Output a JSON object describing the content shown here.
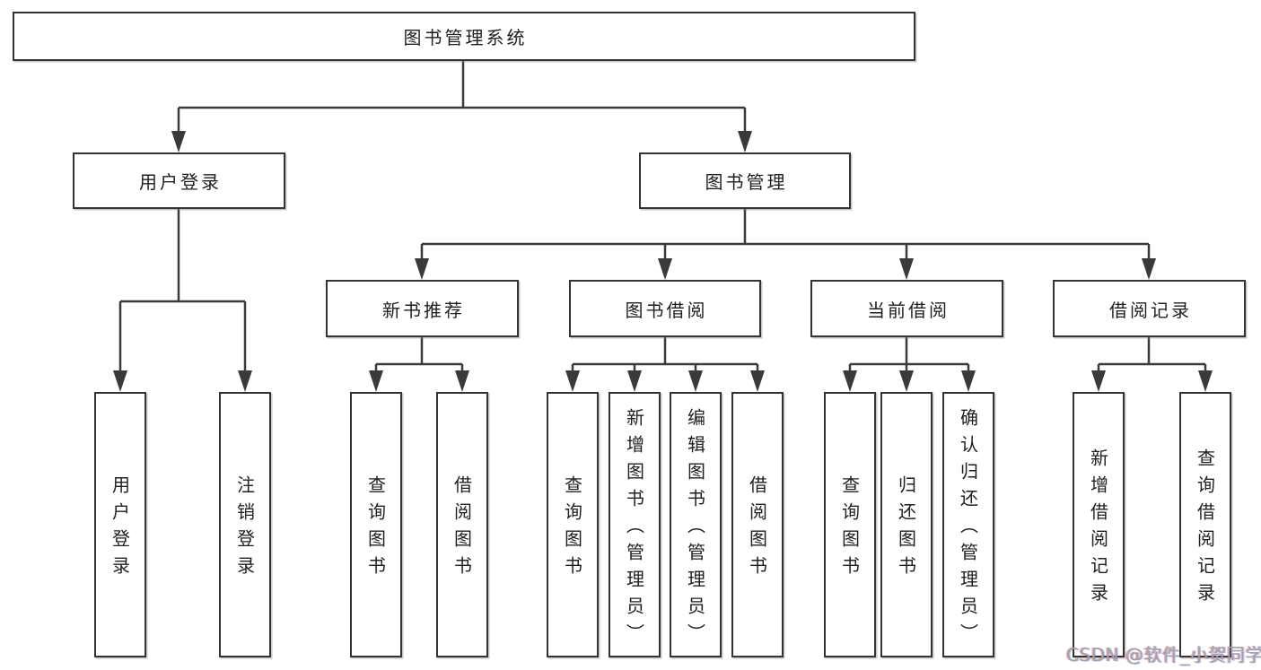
{
  "diagram": {
    "root": {
      "label": "图书管理系统"
    },
    "branches": [
      {
        "label": "用户登录",
        "children": [
          {
            "label": "用户登录"
          },
          {
            "label": "注销登录"
          }
        ]
      },
      {
        "label": "图书管理",
        "children": [
          {
            "label": "新书推荐",
            "children": [
              {
                "label": "查询图书"
              },
              {
                "label": "借阅图书"
              }
            ]
          },
          {
            "label": "图书借阅",
            "children": [
              {
                "label": "查询图书"
              },
              {
                "label": "新增图书（管理员）"
              },
              {
                "label": "编辑图书（管理员）"
              },
              {
                "label": "借阅图书"
              }
            ]
          },
          {
            "label": "当前借阅",
            "children": [
              {
                "label": "查询图书"
              },
              {
                "label": "归还图书"
              },
              {
                "label": "确认归还（管理员）"
              }
            ]
          },
          {
            "label": "借阅记录",
            "children": [
              {
                "label": "新增借阅记录"
              },
              {
                "label": "查询借阅记录"
              }
            ]
          }
        ]
      }
    ]
  },
  "watermark": {
    "text": "CSDN @软件_小贺同学"
  },
  "colors": {
    "background": "#ffffff",
    "box_fill": "#ffffff",
    "box_border": "#333333",
    "line": "#3a3a3a",
    "text": "#1f1f1f",
    "watermark": "#a3a3a3"
  }
}
